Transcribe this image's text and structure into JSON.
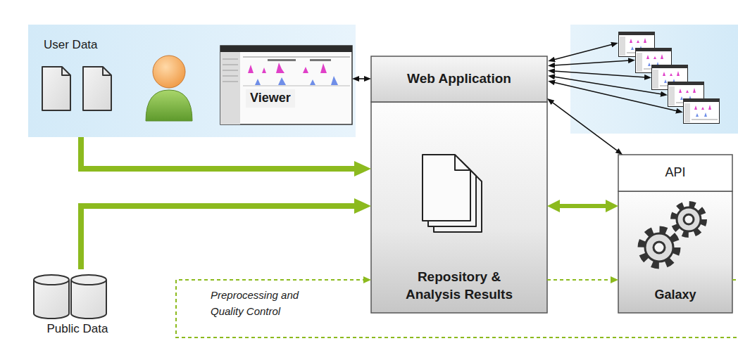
{
  "diagram": {
    "nodes": [
      {
        "text": [
          "User Data"
        ]
      },
      {
        "text": [
          "Viewer"
        ],
        "in": 0
      },
      {
        "text": [
          "Web Application",
          "Repository & Analysis Results"
        ]
      },
      {
        "text": [
          "API",
          "Galaxy"
        ]
      },
      {
        "text": [
          "Public Data"
        ]
      }
    ],
    "edges": [
      {
        "from": 1,
        "to": 2,
        "arrow": "both"
      },
      {
        "from": 2,
        "to": 3,
        "arrow": "both"
      },
      {
        "from": 0,
        "to": 2,
        "arrow": "to"
      },
      {
        "from": 4,
        "to": 2,
        "arrow": "to"
      },
      {
        "from": 2,
        "to": 3,
        "arrow": "both"
      },
      {
        "from": 2,
        "to": 3,
        "arrow": "to"
      },
      {
        "from": 3,
        "to": 2,
        "arrow": "to",
        "label": "Preprocessing and Quality Control"
      }
    ]
  }
}
